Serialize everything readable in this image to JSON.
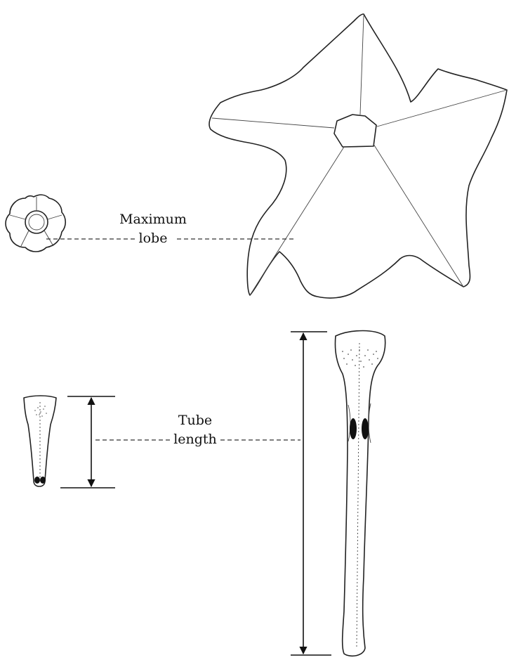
{
  "labels": {
    "lobe_line1": "Maximum",
    "lobe_line2": "lobe",
    "tube_line1": "Tube",
    "tube_line2": "length"
  }
}
